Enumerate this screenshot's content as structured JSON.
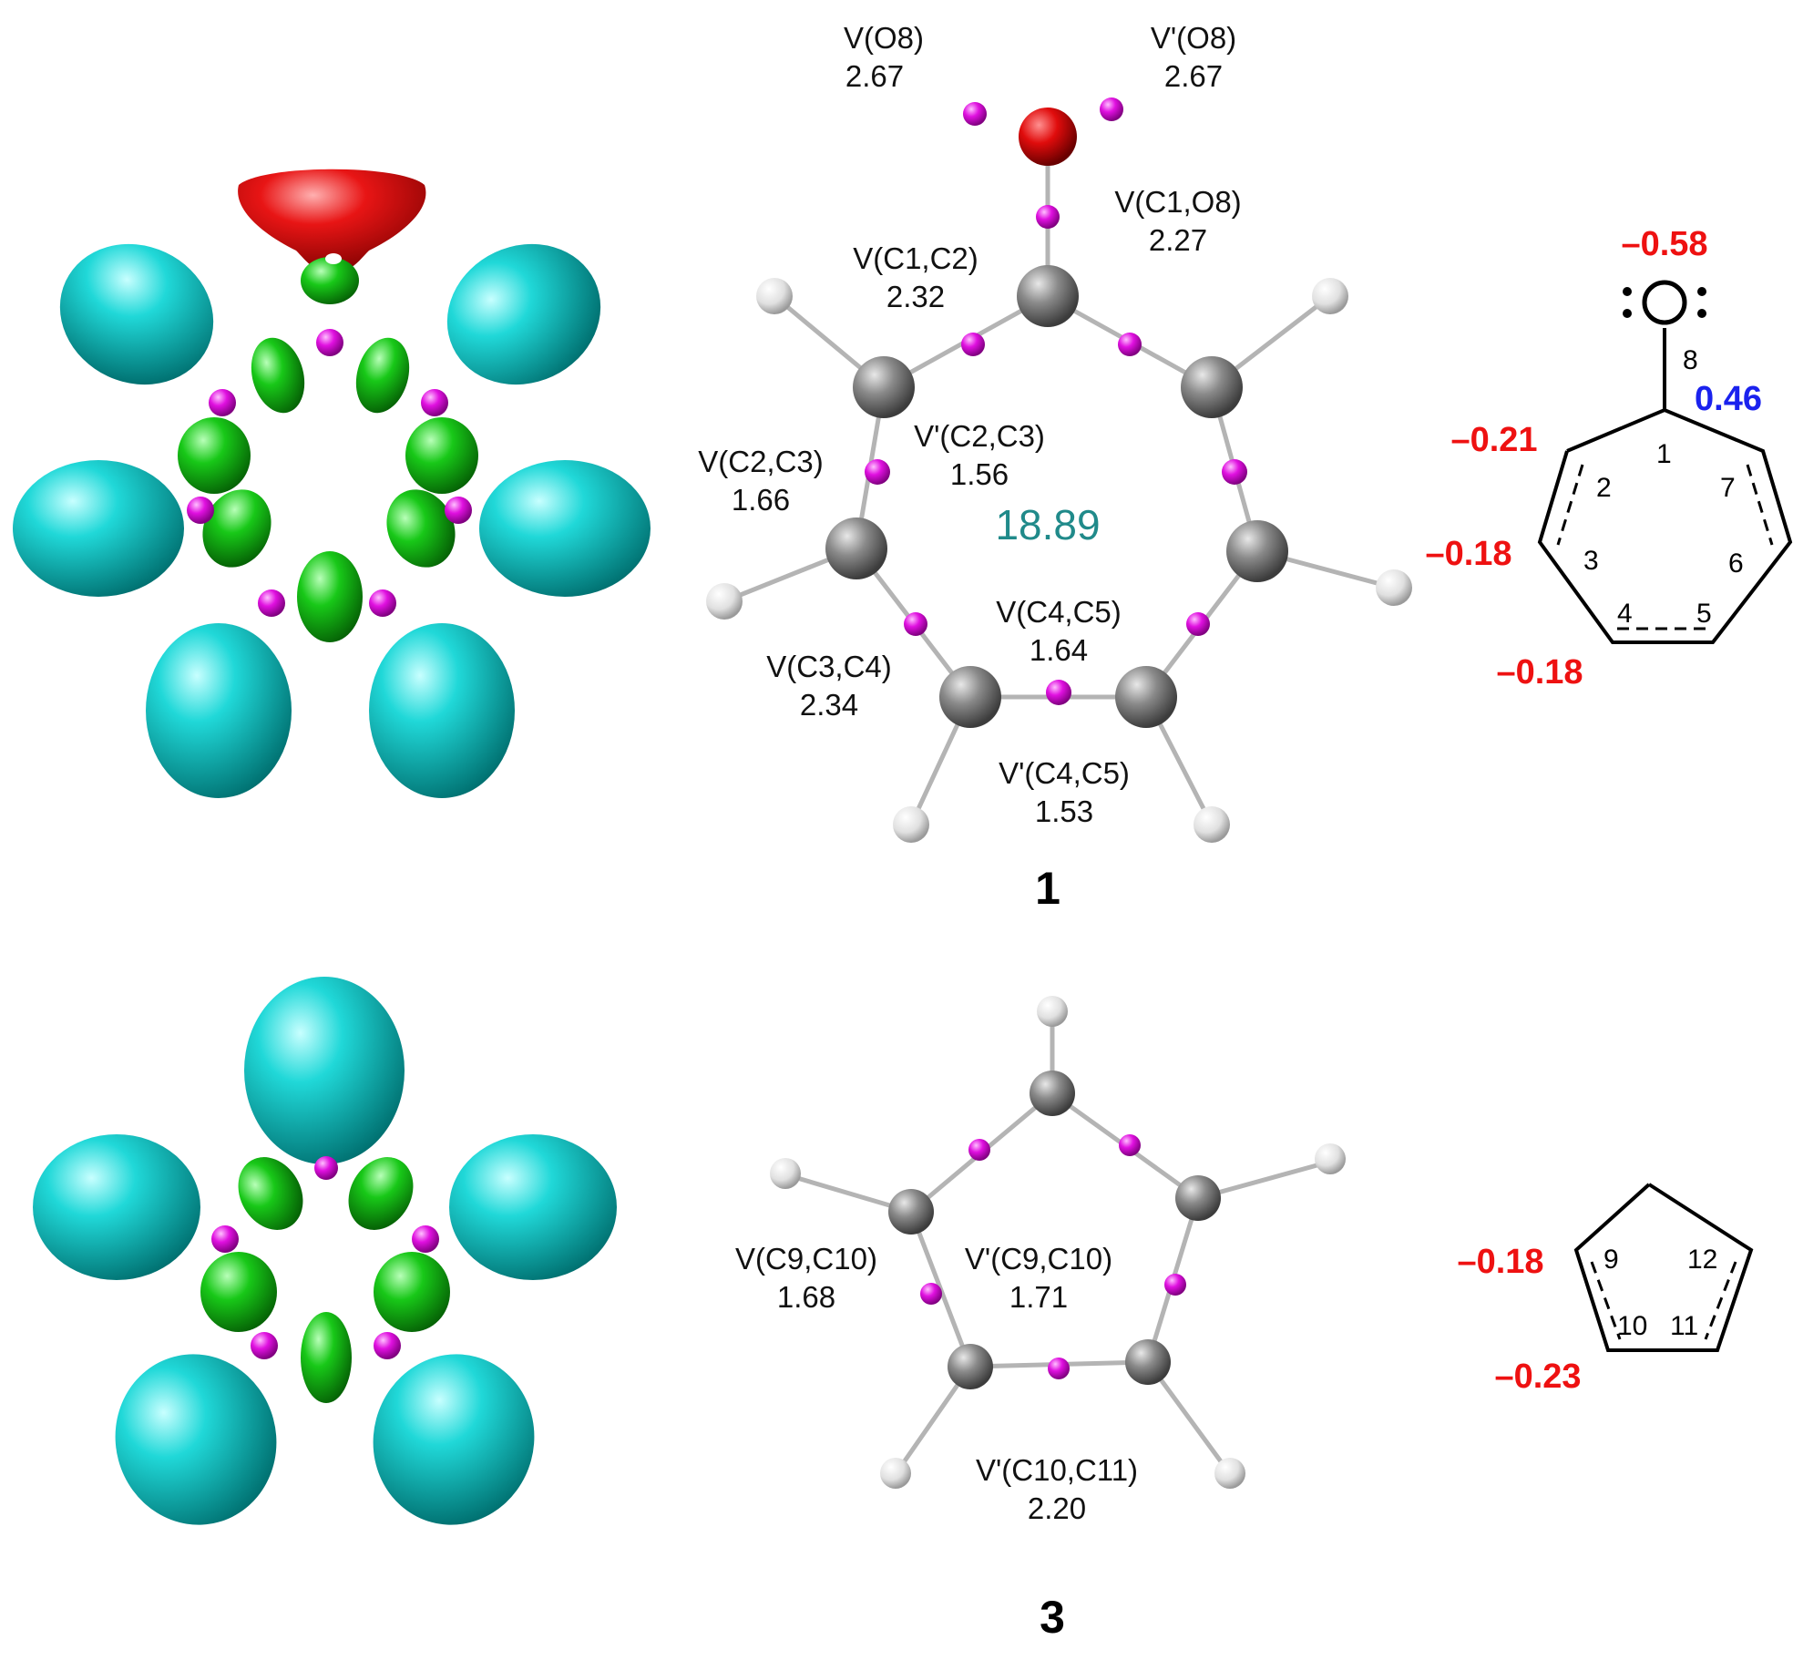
{
  "colors": {
    "teal_basin": "#00c8c8",
    "green_basin": "#10b810",
    "red_basin": "#e01010",
    "attractor": "#e000e0",
    "carbon": "#8a8a8a",
    "hydrogen": "#e6e6e6",
    "oxygen": "#e01010",
    "negative_charge": "#ee1111",
    "positive_charge": "#1a22ee",
    "ring_population": "#208a8a"
  },
  "compound1": {
    "label": "1",
    "ring_population": "18.89",
    "basins": {
      "v_o8_left": {
        "name": "V(O8)",
        "value": "2.67"
      },
      "v_o8_right": {
        "name": "V'(O8)",
        "value": "2.67"
      },
      "v_c1_o8": {
        "name": "V(C1,O8)",
        "value": "2.27"
      },
      "v_c1_c2": {
        "name": "V(C1,C2)",
        "value": "2.32"
      },
      "v_c2_c3": {
        "name": "V(C2,C3)",
        "value": "1.66"
      },
      "vp_c2_c3": {
        "name": "V'(C2,C3)",
        "value": "1.56"
      },
      "v_c3_c4": {
        "name": "V(C3,C4)",
        "value": "2.34"
      },
      "v_c4_c5": {
        "name": "V(C4,C5)",
        "value": "1.64"
      },
      "vp_c4_c5": {
        "name": "V'(C4,C5)",
        "value": "1.53"
      }
    },
    "structure": {
      "oxygen_symbol": "O",
      "atom_numbers": [
        "8",
        "1",
        "2",
        "7",
        "3",
        "6",
        "4",
        "5"
      ],
      "charges": {
        "o8": "–0.58",
        "c1": "0.46",
        "c2": "–0.21",
        "c3": "–0.18",
        "c4": "–0.18"
      }
    }
  },
  "compound3": {
    "label": "3",
    "basins": {
      "v_c9_c10": {
        "name": "V(C9,C10)",
        "value": "1.68"
      },
      "vp_c9_c10": {
        "name": "V'(C9,C10)",
        "value": "1.71"
      },
      "vp_c10_c11": {
        "name": "V'(C10,C11)",
        "value": "2.20"
      }
    },
    "structure": {
      "atom_numbers": [
        "9",
        "12",
        "10",
        "11"
      ],
      "charges": {
        "c9": "–0.18",
        "c10": "–0.23"
      }
    }
  }
}
